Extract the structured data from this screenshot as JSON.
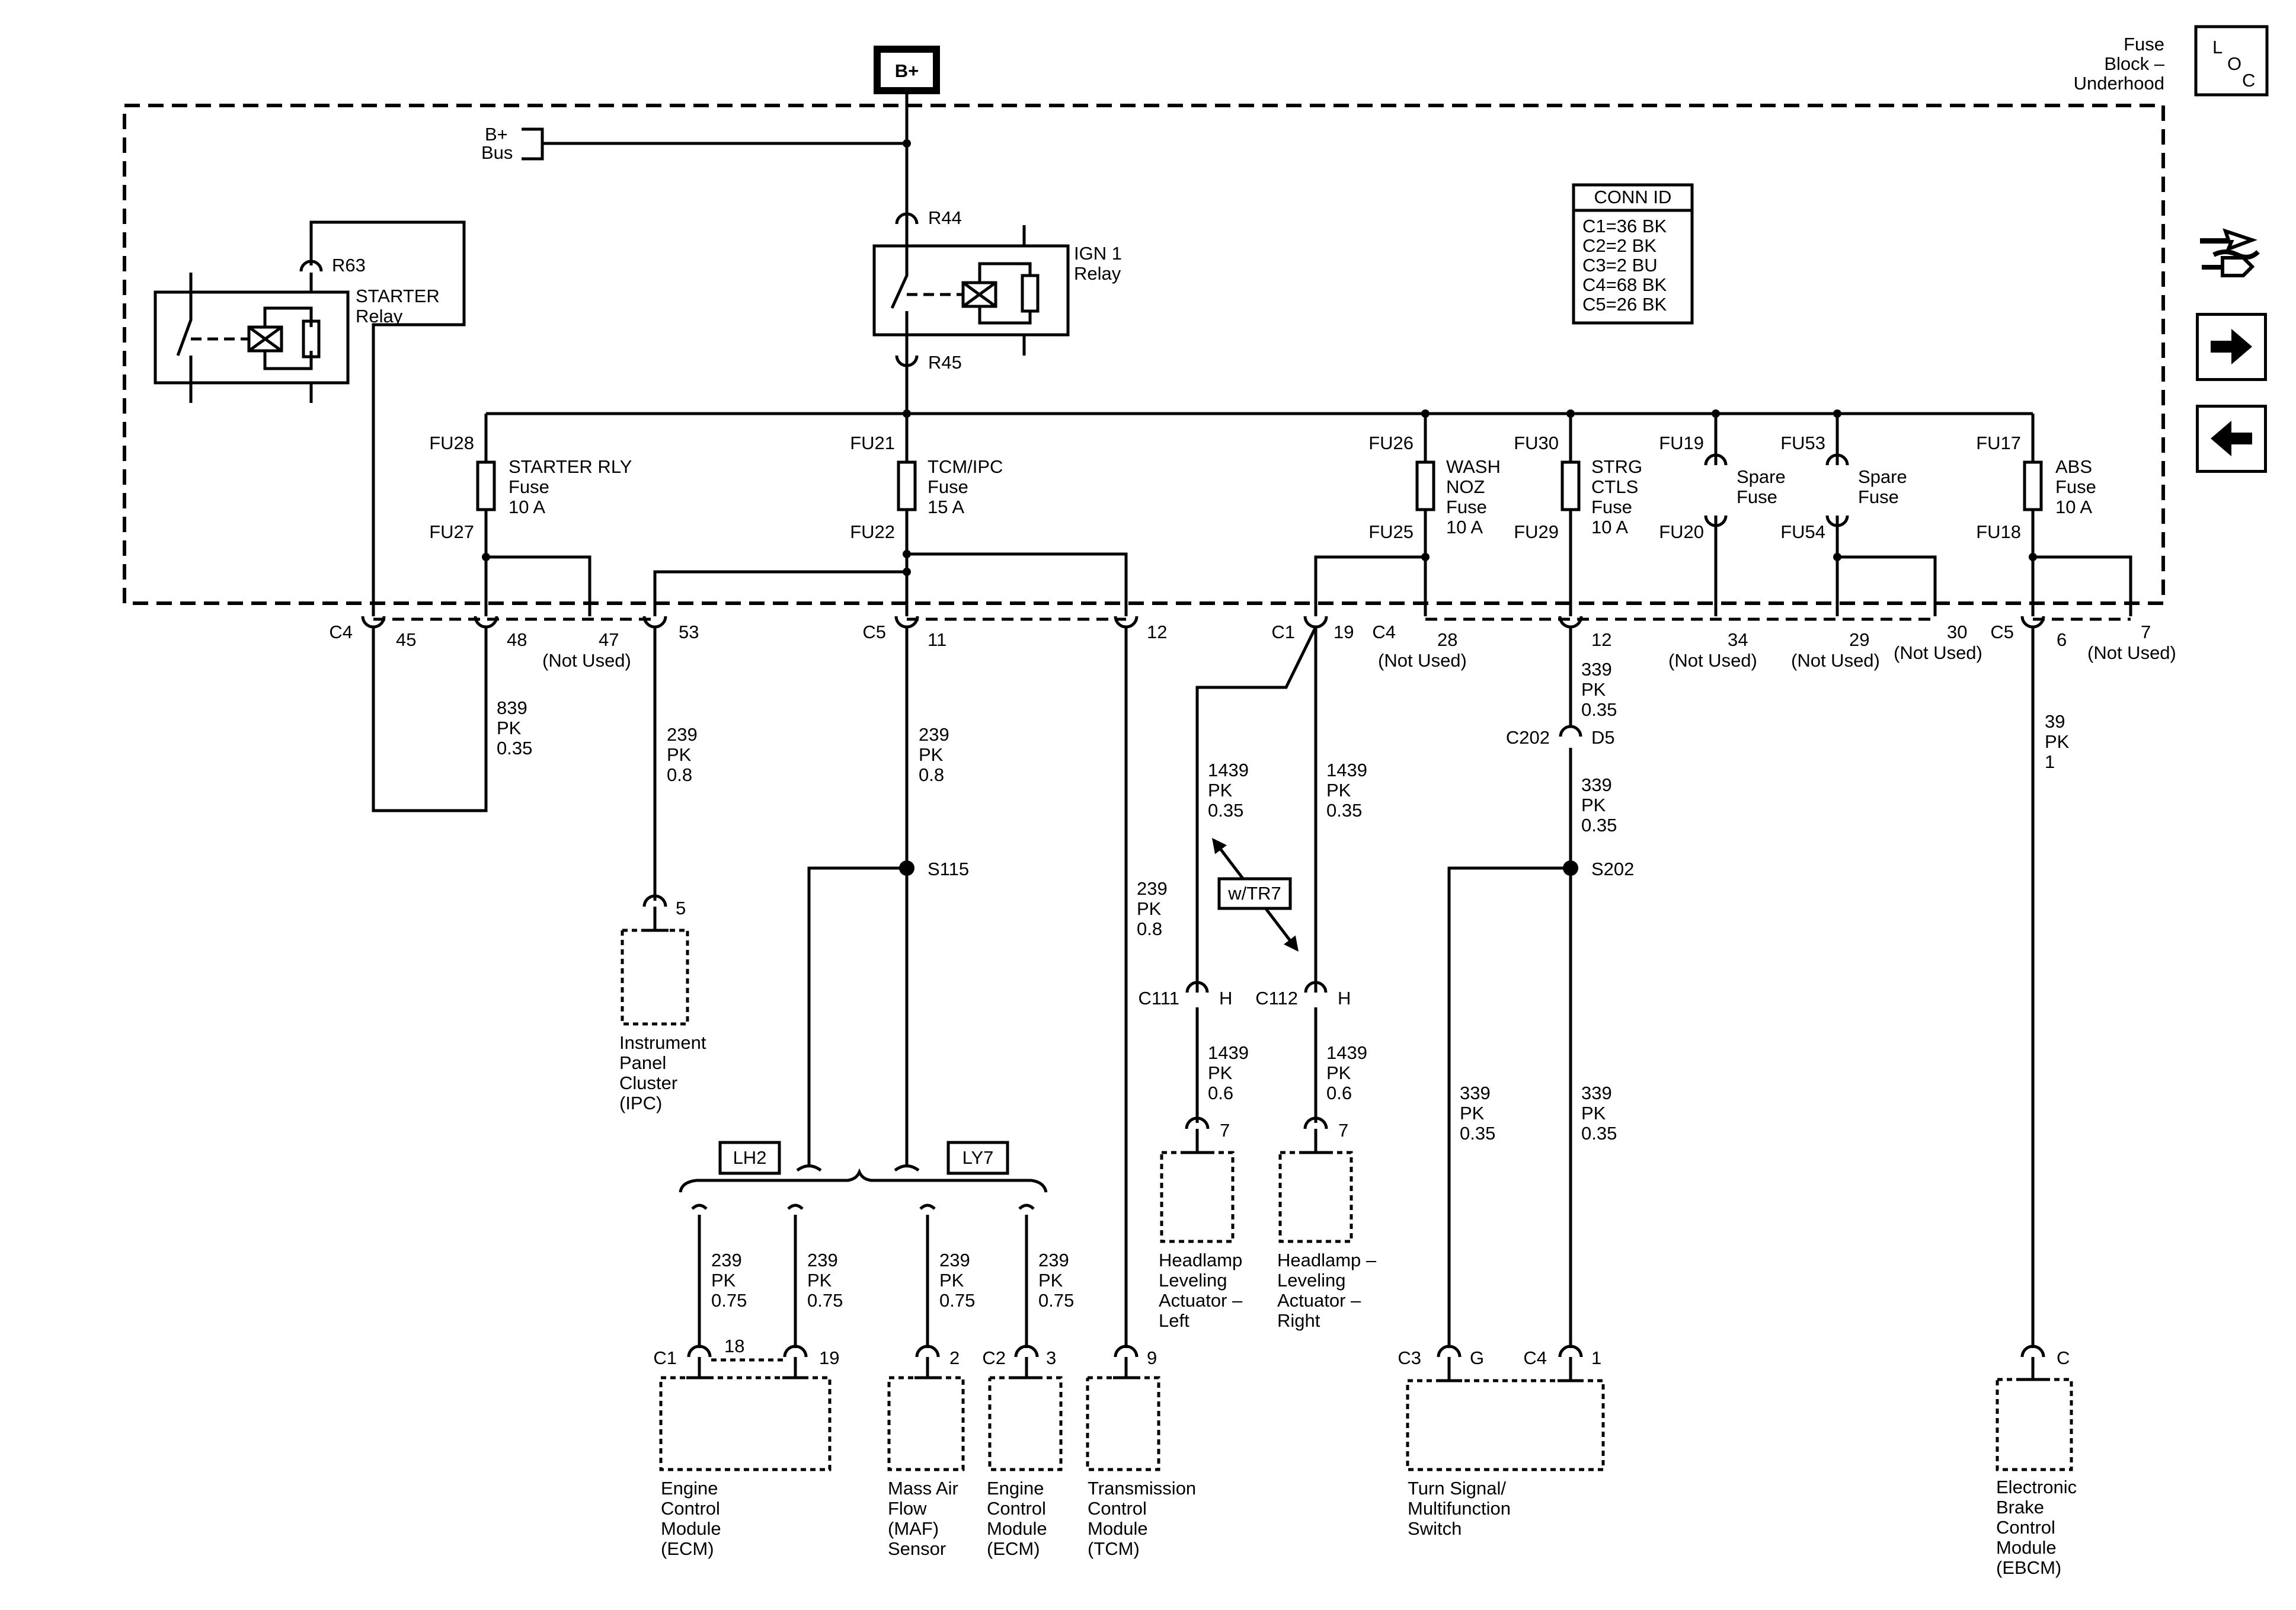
{
  "header": {
    "bplus": "B+",
    "fuse_block": [
      "Fuse",
      "Block –",
      "Underhood"
    ],
    "loc": {
      "l": "L",
      "o": "O",
      "c": "C"
    }
  },
  "nav_icons": [
    "schematic-diagram-icon",
    "arrow-right-icon",
    "arrow-left-icon"
  ],
  "fuse_block": {
    "bus_label": [
      "B+",
      "Bus"
    ],
    "conn_id": {
      "title": "CONN ID",
      "rows": [
        "C1=36 BK",
        "C2=2 BK",
        "C3=2 BU",
        "C4=68 BK",
        "C5=26 BK"
      ]
    },
    "relays": {
      "starter": {
        "name": [
          "STARTER",
          "Relay"
        ],
        "terminal": "R63"
      },
      "ign1": {
        "name": [
          "IGN 1",
          "Relay"
        ],
        "terminal_top": "R44",
        "terminal_bottom": "R45"
      }
    },
    "fuses": [
      {
        "top": "FU28",
        "bottom": "FU27",
        "name": [
          "STARTER RLY",
          "Fuse",
          "10 A"
        ]
      },
      {
        "top": "FU21",
        "bottom": "FU22",
        "name": [
          "TCM/IPC",
          "Fuse",
          "15 A"
        ]
      },
      {
        "top": "FU26",
        "bottom": "FU25",
        "name": [
          "WASH",
          "NOZ",
          "Fuse",
          "10 A"
        ]
      },
      {
        "top": "FU30",
        "bottom": "FU29",
        "name": [
          "STRG",
          "CTLS",
          "Fuse",
          "10 A"
        ]
      },
      {
        "top": "FU19",
        "bottom": "FU20",
        "name": [
          "Spare",
          "Fuse"
        ]
      },
      {
        "top": "FU53",
        "bottom": "FU54",
        "name": [
          "Spare",
          "Fuse"
        ]
      },
      {
        "top": "FU17",
        "bottom": "FU18",
        "name": [
          "ABS",
          "Fuse",
          "10 A"
        ]
      }
    ]
  },
  "connectors": {
    "c4_left": {
      "id": "C4",
      "pins": [
        "45",
        "48",
        "47",
        "53"
      ],
      "not_used": "(Not Used)"
    },
    "c5_mid": {
      "id": "C5",
      "pins": [
        "11",
        "12"
      ]
    },
    "c1": {
      "id": "C1",
      "pin": "19"
    },
    "c4_right": {
      "id": "C4",
      "pins": [
        "28",
        "12",
        "34",
        "29",
        "30"
      ],
      "not_used": "(Not Used)"
    },
    "c5_right": {
      "id": "C5",
      "pins": [
        "6",
        "7"
      ],
      "not_used": "(Not Used)"
    }
  },
  "wires": {
    "w839": [
      "839",
      "PK",
      "0.35"
    ],
    "w239_08": [
      "239",
      "PK",
      "0.8"
    ],
    "w239_075": [
      "239",
      "PK",
      "0.75"
    ],
    "w1439_035": [
      "1439",
      "PK",
      "0.35"
    ],
    "w1439_06": [
      "1439",
      "PK",
      "0.6"
    ],
    "w339": [
      "339",
      "PK",
      "0.35"
    ],
    "w39": [
      "39",
      "PK",
      "1"
    ]
  },
  "splices": {
    "s115": "S115",
    "s202": "S202"
  },
  "inline": {
    "c202": {
      "id": "C202",
      "pin": "D5"
    },
    "c111": {
      "id": "C111",
      "pin": "H"
    },
    "c112": {
      "id": "C112",
      "pin": "H"
    }
  },
  "options": {
    "tr7": "w/TR7",
    "lh2": "LH2",
    "ly7": "LY7"
  },
  "components": {
    "ipc": {
      "pin": "5",
      "name": [
        "Instrument",
        "Panel",
        "Cluster",
        "(IPC)"
      ]
    },
    "ecm_lh2": {
      "conn": "C1",
      "pins": [
        "18",
        "19"
      ],
      "name": [
        "Engine",
        "Control",
        "Module",
        "(ECM)"
      ]
    },
    "maf": {
      "pin": "2",
      "name": [
        "Mass Air",
        "Flow",
        "(MAF)",
        "Sensor"
      ]
    },
    "ecm_ly7": {
      "conn": "C2",
      "pin": "3",
      "name": [
        "Engine",
        "Control",
        "Module",
        "(ECM)"
      ]
    },
    "tcm": {
      "pin": "9",
      "name": [
        "Transmission",
        "Control",
        "Module",
        "(TCM)"
      ]
    },
    "hl_left": {
      "pin": "7",
      "name": [
        "Headlamp",
        "Leveling",
        "Actuator –",
        "Left"
      ]
    },
    "hl_right": {
      "pin": "7",
      "name": [
        "Headlamp –",
        "Leveling",
        "Actuator –",
        "Right"
      ]
    },
    "turn_signal": {
      "conns": [
        "C3",
        "C4"
      ],
      "pins": [
        "G",
        "1"
      ],
      "name": [
        "Turn Signal/",
        "Multifunction",
        "Switch"
      ]
    },
    "ebcm": {
      "pin": "C",
      "name": [
        "Electronic",
        "Brake",
        "Control",
        "Module",
        "(EBCM)"
      ]
    }
  }
}
